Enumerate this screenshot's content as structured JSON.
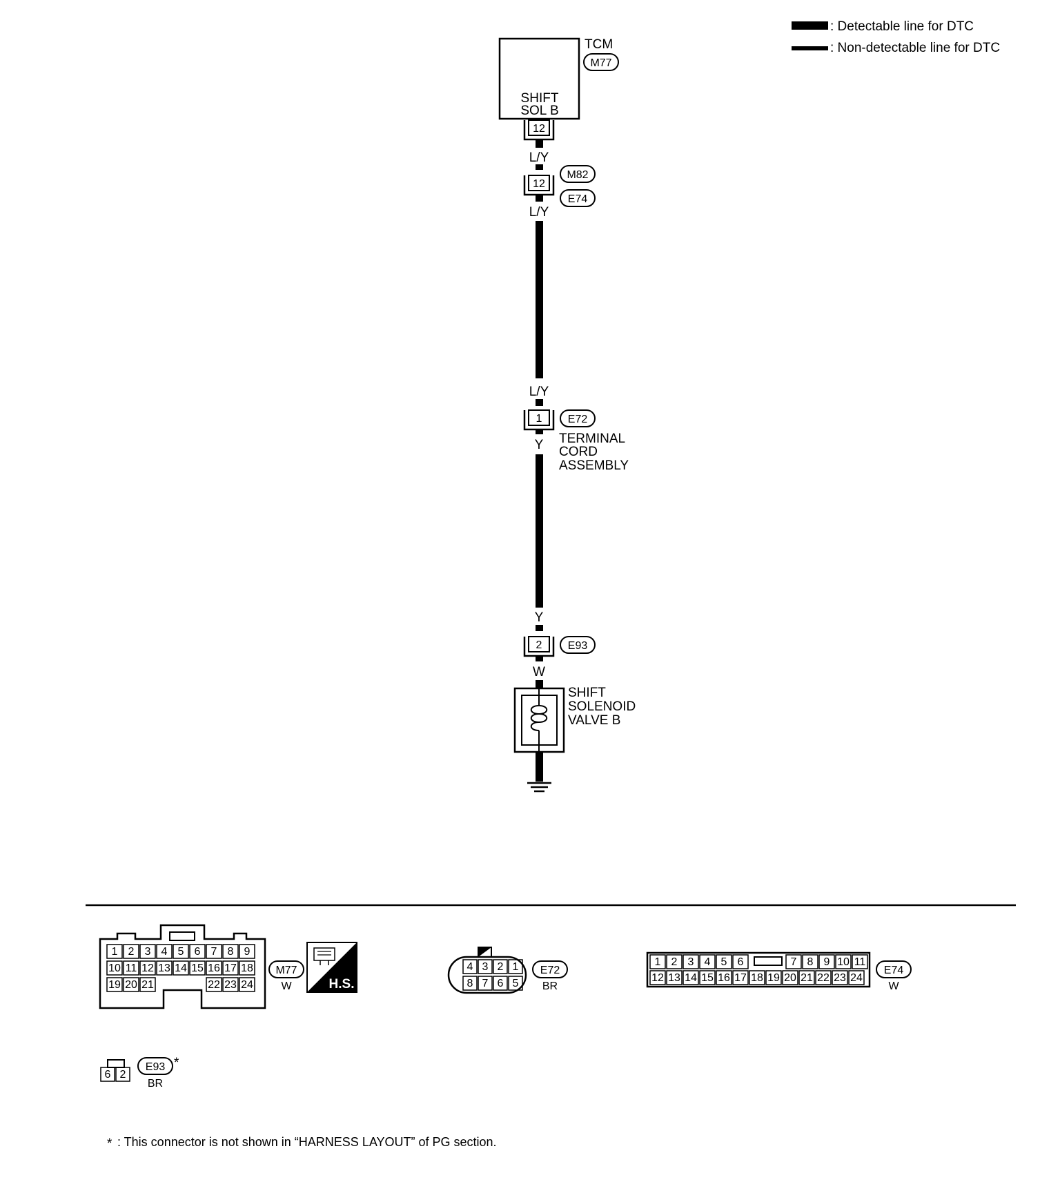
{
  "legend": {
    "detectable": ": Detectable line for DTC",
    "non_detectable": ": Non-detectable line for DTC"
  },
  "tcm": {
    "name": "TCM",
    "connector": "M77",
    "terminal_label_line1": "SHIFT",
    "terminal_label_line2": "SOL B",
    "terminal": "12"
  },
  "wires": {
    "tcm_out": "L/Y",
    "joint_out": "L/Y",
    "terminal_cord_in": "L/Y",
    "terminal_cord_out": "Y",
    "e93_in": "Y",
    "e93_out": "W"
  },
  "joint_connector": {
    "terminal": "12",
    "connector_top": "M82",
    "connector_bottom": "E74"
  },
  "terminal_cord": {
    "terminal": "1",
    "connector": "E72",
    "label_line1": "TERMINAL",
    "label_line2": "CORD",
    "label_line3": "ASSEMBLY"
  },
  "e93_joint": {
    "terminal": "2",
    "connector": "E93"
  },
  "solenoid": {
    "line1": "SHIFT",
    "line2": "SOLENOID",
    "line3": "VALVE B"
  },
  "connector_views": {
    "m77": {
      "id": "M77",
      "color": "W",
      "row1": [
        "1",
        "2",
        "3",
        "4",
        "5",
        "6",
        "7",
        "8",
        "9"
      ],
      "row2": [
        "10",
        "11",
        "12",
        "13",
        "14",
        "15",
        "16",
        "17",
        "18"
      ],
      "row3_left": [
        "19",
        "20",
        "21"
      ],
      "row3_right": [
        "22",
        "23",
        "24"
      ]
    },
    "hs_badge": "H.S.",
    "e72": {
      "id": "E72",
      "color": "BR",
      "top": [
        "4",
        "3",
        "2",
        "1"
      ],
      "bottom": [
        "8",
        "7",
        "6",
        "5"
      ]
    },
    "e74": {
      "id": "E74",
      "color": "W",
      "row1_left": [
        "1",
        "2",
        "3",
        "4",
        "5",
        "6"
      ],
      "row1_right": [
        "7",
        "8",
        "9",
        "10",
        "11"
      ],
      "row2": [
        "12",
        "13",
        "14",
        "15",
        "16",
        "17",
        "18",
        "19",
        "20",
        "21",
        "22",
        "23",
        "24"
      ]
    },
    "e93": {
      "id": "E93",
      "color": "BR",
      "pins": [
        "6",
        "2"
      ],
      "asterisk": "*"
    }
  },
  "footnote": {
    "symbol": "*",
    "text": ": This connector is not shown in “HARNESS LAYOUT” of PG section."
  }
}
